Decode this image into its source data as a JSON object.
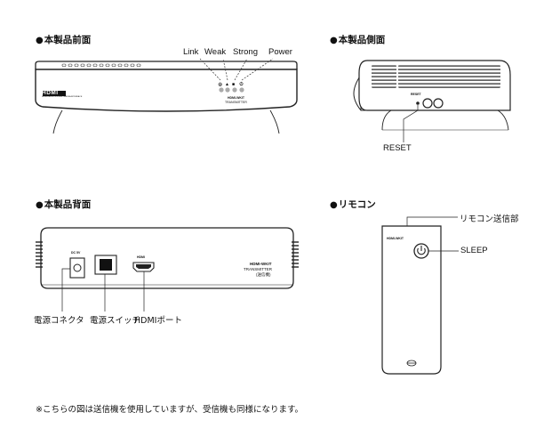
{
  "sections": {
    "front": {
      "title": "本製品前面"
    },
    "side": {
      "title": "本製品側面"
    },
    "back": {
      "title": "本製品背面"
    },
    "remote": {
      "title": "リモコン"
    }
  },
  "bullet": "●",
  "front_labels": {
    "link": "Link",
    "weak": "Weak",
    "strong": "Strong",
    "power": "Power"
  },
  "front_panel": {
    "logo": "HDMI",
    "logo_sub": "HIGH-DEFINITION MULTIMEDIA INTERFACE",
    "model": "HDMI-WKIT",
    "type": "TRANSMITTER"
  },
  "side_panel": {
    "reset_small": "RESET",
    "reset_label": "RESET"
  },
  "back_panel": {
    "dc_label": "DC 5V",
    "hdmi_label": "HDMI",
    "model": "HDMI-WKIT",
    "type": "TRANSMITTER",
    "sub": "(送信機)",
    "power_connector": "電源コネクタ",
    "power_switch": "電源スイッチ",
    "hdmi_port": "HDMIポート"
  },
  "remote": {
    "model": "HDMI-WKIT",
    "sender_label": "リモコン送信部",
    "sleep_label": "SLEEP"
  },
  "footnote": "※こちらの図は送信機を使用していますが、受信機も同様になります。"
}
